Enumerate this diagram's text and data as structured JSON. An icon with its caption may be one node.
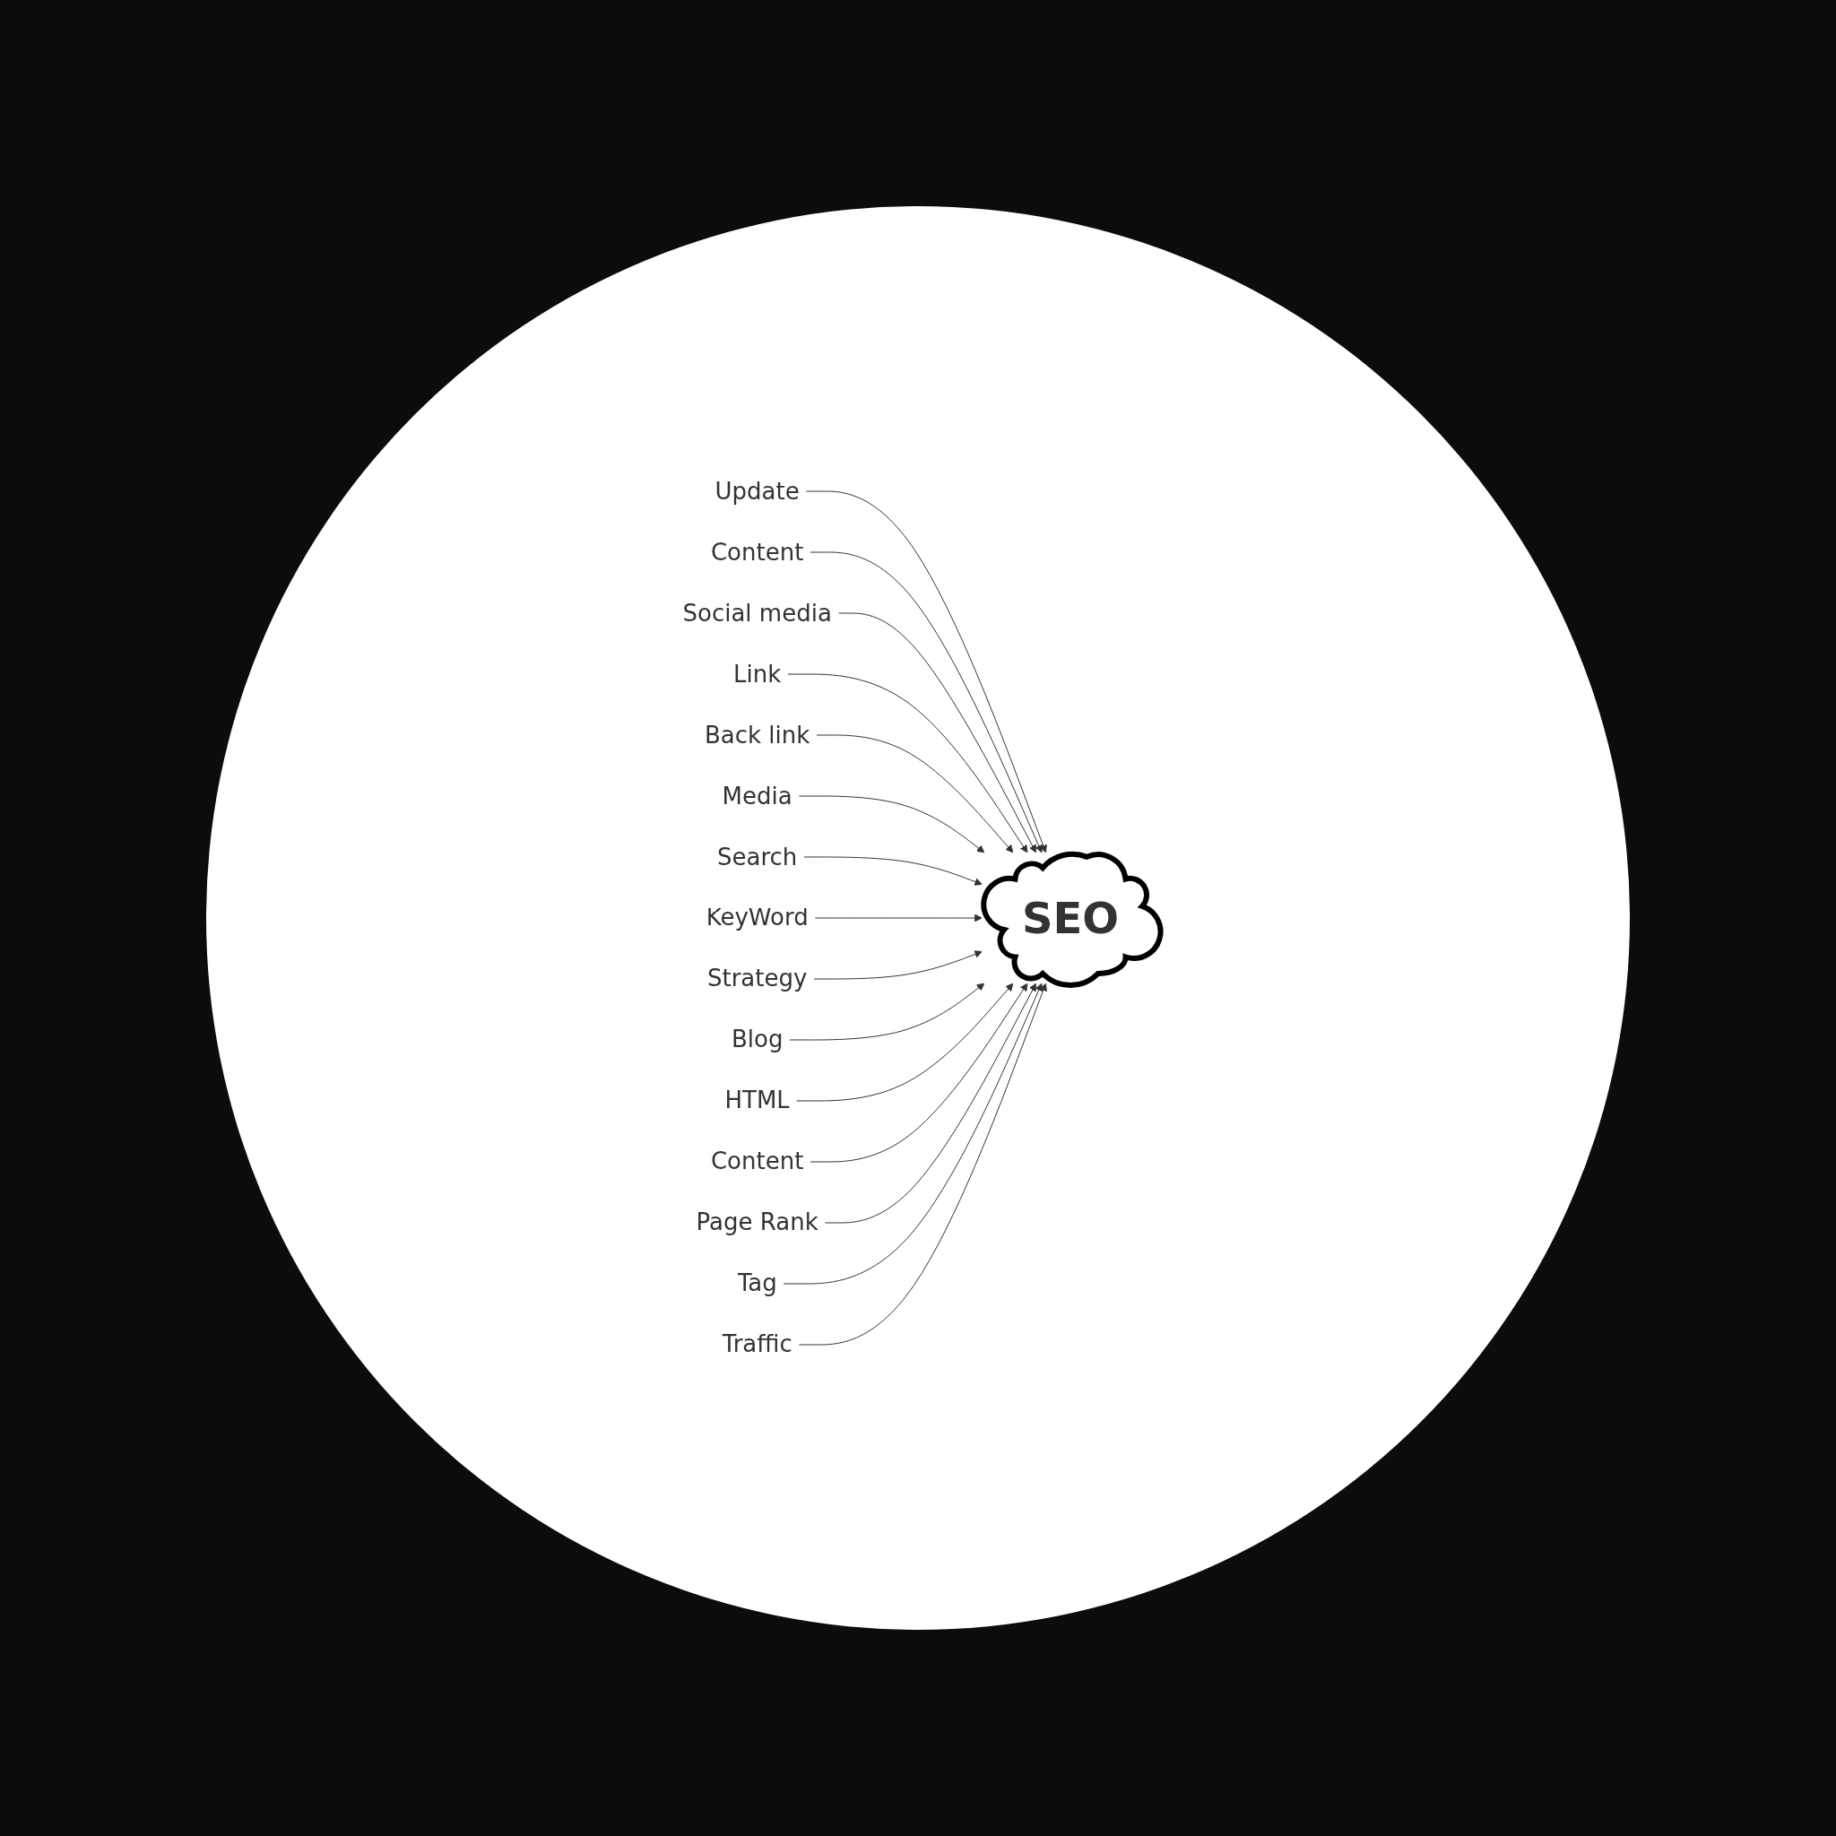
{
  "diagram": {
    "nodes": [
      {
        "text": [
          "SEO"
        ]
      },
      {
        "text": [
          "Update"
        ]
      },
      {
        "text": [
          "Content"
        ]
      },
      {
        "text": [
          "Social media"
        ]
      },
      {
        "text": [
          "Link"
        ]
      },
      {
        "text": [
          "Back link"
        ]
      },
      {
        "text": [
          "Media"
        ]
      },
      {
        "text": [
          "Search"
        ]
      },
      {
        "text": [
          "KeyWord"
        ]
      },
      {
        "text": [
          "Strategy"
        ]
      },
      {
        "text": [
          "Blog"
        ]
      },
      {
        "text": [
          "HTML"
        ]
      },
      {
        "text": [
          "Content"
        ]
      },
      {
        "text": [
          "Page Rank"
        ]
      },
      {
        "text": [
          "Tag"
        ]
      },
      {
        "text": [
          "Traffic"
        ]
      }
    ],
    "edges": [
      {
        "from": 1,
        "to": 0,
        "arrow": "to"
      },
      {
        "from": 2,
        "to": 0,
        "arrow": "to"
      },
      {
        "from": 3,
        "to": 0,
        "arrow": "to"
      },
      {
        "from": 4,
        "to": 0,
        "arrow": "to"
      },
      {
        "from": 5,
        "to": 0,
        "arrow": "to"
      },
      {
        "from": 6,
        "to": 0,
        "arrow": "to"
      },
      {
        "from": 7,
        "to": 0,
        "arrow": "to"
      },
      {
        "from": 8,
        "to": 0,
        "arrow": "to"
      },
      {
        "from": 9,
        "to": 0,
        "arrow": "to"
      },
      {
        "from": 10,
        "to": 0,
        "arrow": "to"
      },
      {
        "from": 11,
        "to": 0,
        "arrow": "to"
      },
      {
        "from": 12,
        "to": 0,
        "arrow": "to"
      },
      {
        "from": 13,
        "to": 0,
        "arrow": "to"
      },
      {
        "from": 14,
        "to": 0,
        "arrow": "to"
      },
      {
        "from": 15,
        "to": 0,
        "arrow": "to"
      }
    ]
  }
}
